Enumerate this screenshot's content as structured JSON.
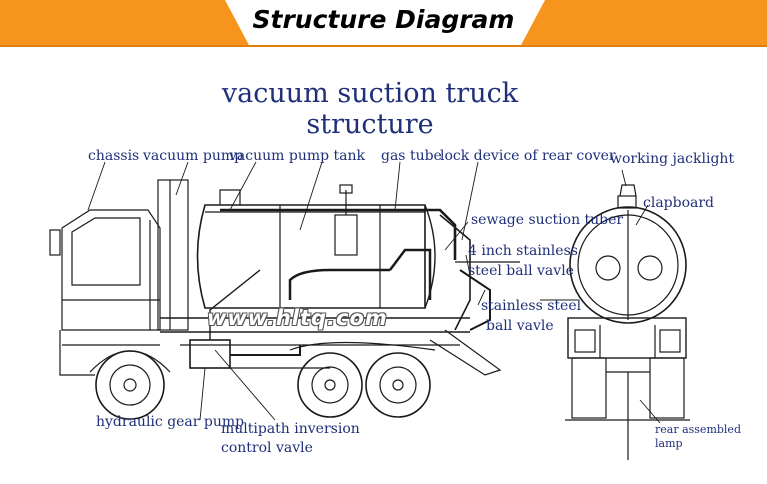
{
  "banner": {
    "title": "Structure Diagram",
    "accent_color": "#f7941d",
    "panel_color": "#ffffff"
  },
  "diagram": {
    "title": "vacuum suction truck structure",
    "watermark": "www.hltq.com",
    "labels": {
      "chassis": "chassis",
      "vacuum_pump": "vacuum pump",
      "vacuum_pump_tank": "vacuum pump  tank",
      "gas_tube": "gas tube",
      "lock_device": "lock device of rear cover",
      "working_jacklight": "working jacklight",
      "clapboard": "clapboard",
      "sewage_suction_tuber": "sewage suction tuber",
      "stainless_valve_4in_line1": "4 inch stainless",
      "stainless_valve_4in_line2": "steel ball vavle",
      "stainless_valve_line1": "stainless steel",
      "stainless_valve_line2": "ball vavle",
      "hydraulic_gear_pump": "hydraulic gear pump",
      "multipath_line1": "multipath inversion",
      "multipath_line2": "control vavle",
      "rear_lamp_line1": "rear assembled",
      "rear_lamp_line2": "lamp"
    },
    "line_color": "#1a1a1a",
    "label_color": "#1f2f7a"
  }
}
